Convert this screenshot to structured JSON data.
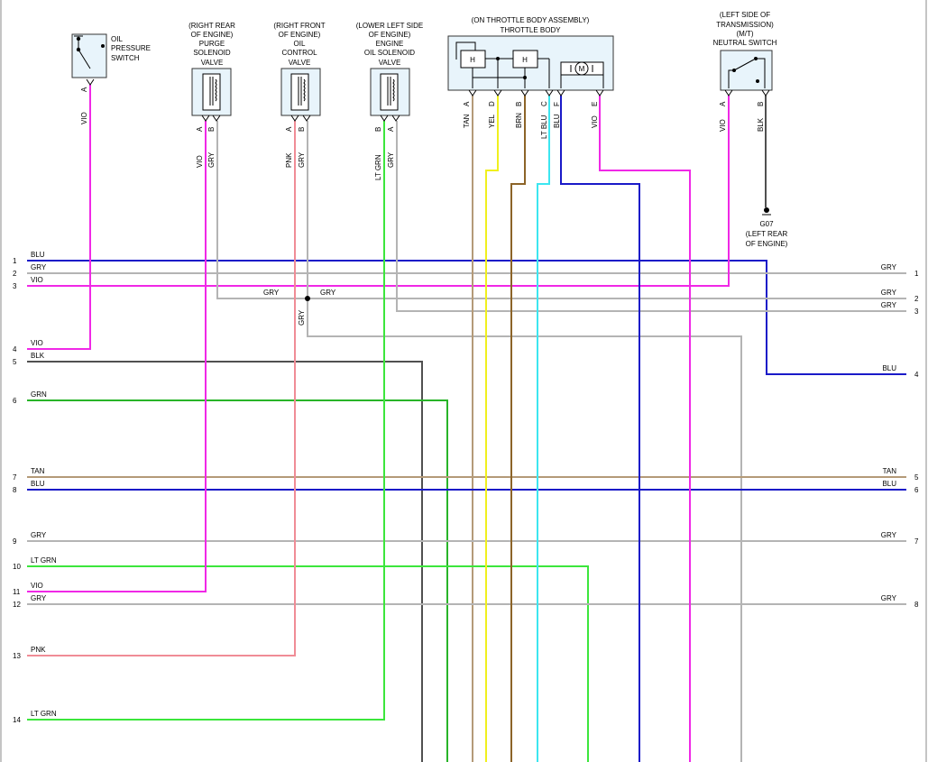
{
  "colors": {
    "BLU": "#1a1ac8",
    "GRY": "#b4b4b4",
    "VIO": "#f028e6",
    "BLK": "#505050",
    "GRN": "#28b428",
    "TAN": "#b49a78",
    "LT GRN": "#3ce63c",
    "PNK": "#f08c96",
    "YEL": "#f0f01e",
    "BRN": "#8c6428",
    "LT BLU": "#3ce6f0"
  },
  "components": {
    "oil_pressure_switch": {
      "name_lines": [
        "OIL",
        "PRESSURE",
        "SWITCH"
      ],
      "pin": "A",
      "wire": "VIO"
    },
    "purge_valve": {
      "location_lines": [
        "(RIGHT REAR",
        "OF ENGINE)"
      ],
      "name_lines": [
        "PURGE",
        "SOLENOID",
        "VALVE"
      ],
      "pins": [
        "A",
        "B"
      ],
      "wires": [
        "VIO",
        "GRY"
      ]
    },
    "oil_control_valve": {
      "location_lines": [
        "(RIGHT FRONT",
        "OF ENGINE)"
      ],
      "name_lines": [
        "OIL",
        "CONTROL",
        "VALVE"
      ],
      "pins": [
        "A",
        "B"
      ],
      "wires": [
        "PNK",
        "GRY"
      ]
    },
    "oil_solenoid_valve": {
      "location_lines": [
        "(LOWER LEFT SIDE",
        "OF ENGINE)"
      ],
      "name_lines": [
        "ENGINE",
        "OIL SOLENOID",
        "VALVE"
      ],
      "pins": [
        "B",
        "A"
      ],
      "wires": [
        "LT GRN",
        "GRY"
      ]
    },
    "throttle_body": {
      "location_lines": [
        "(ON THROTTLE BODY ASSEMBLY)"
      ],
      "name_lines": [
        "THROTTLE BODY"
      ],
      "pins": [
        "A",
        "D",
        "B",
        "C",
        "F",
        "E"
      ],
      "wires": [
        "TAN",
        "YEL",
        "BRN",
        "LT BLU",
        "BLU",
        "VIO"
      ],
      "sensor_labels": [
        "H",
        "H"
      ],
      "motor_label": "M"
    },
    "neutral_switch": {
      "location_lines": [
        "(LEFT SIDE OF",
        "TRANSMISSION)",
        "(M/T)"
      ],
      "name_lines": [
        "NEUTRAL SWITCH"
      ],
      "pins": [
        "A",
        "B"
      ],
      "wires": [
        "VIO",
        "BLK"
      ]
    },
    "ground": {
      "id": "G07",
      "location_lines": [
        "(LEFT REAR",
        "OF ENGINE)"
      ]
    }
  },
  "splice": {
    "left_label": "GRY",
    "right_label": "GRY",
    "down_label": "GRY"
  },
  "left_connector": [
    {
      "pin": "1",
      "color": "BLU"
    },
    {
      "pin": "2",
      "color": "GRY"
    },
    {
      "pin": "3",
      "color": "VIO"
    },
    {
      "pin": "4",
      "color": "VIO"
    },
    {
      "pin": "5",
      "color": "BLK"
    },
    {
      "pin": "6",
      "color": "GRN"
    },
    {
      "pin": "7",
      "color": "TAN"
    },
    {
      "pin": "8",
      "color": "BLU"
    },
    {
      "pin": "9",
      "color": "GRY"
    },
    {
      "pin": "10",
      "color": "LT GRN"
    },
    {
      "pin": "11",
      "color": "VIO"
    },
    {
      "pin": "12",
      "color": "GRY"
    },
    {
      "pin": "13",
      "color": "PNK"
    },
    {
      "pin": "14",
      "color": "LT GRN"
    }
  ],
  "right_connector": [
    {
      "pin": "1",
      "color": "GRY"
    },
    {
      "pin": "2",
      "color": "GRY"
    },
    {
      "pin": "3",
      "color": "GRY"
    },
    {
      "pin": "4",
      "color": "BLU"
    },
    {
      "pin": "5",
      "color": "TAN"
    },
    {
      "pin": "6",
      "color": "BLU"
    },
    {
      "pin": "7",
      "color": "GRY"
    },
    {
      "pin": "8",
      "color": "GRY"
    }
  ]
}
